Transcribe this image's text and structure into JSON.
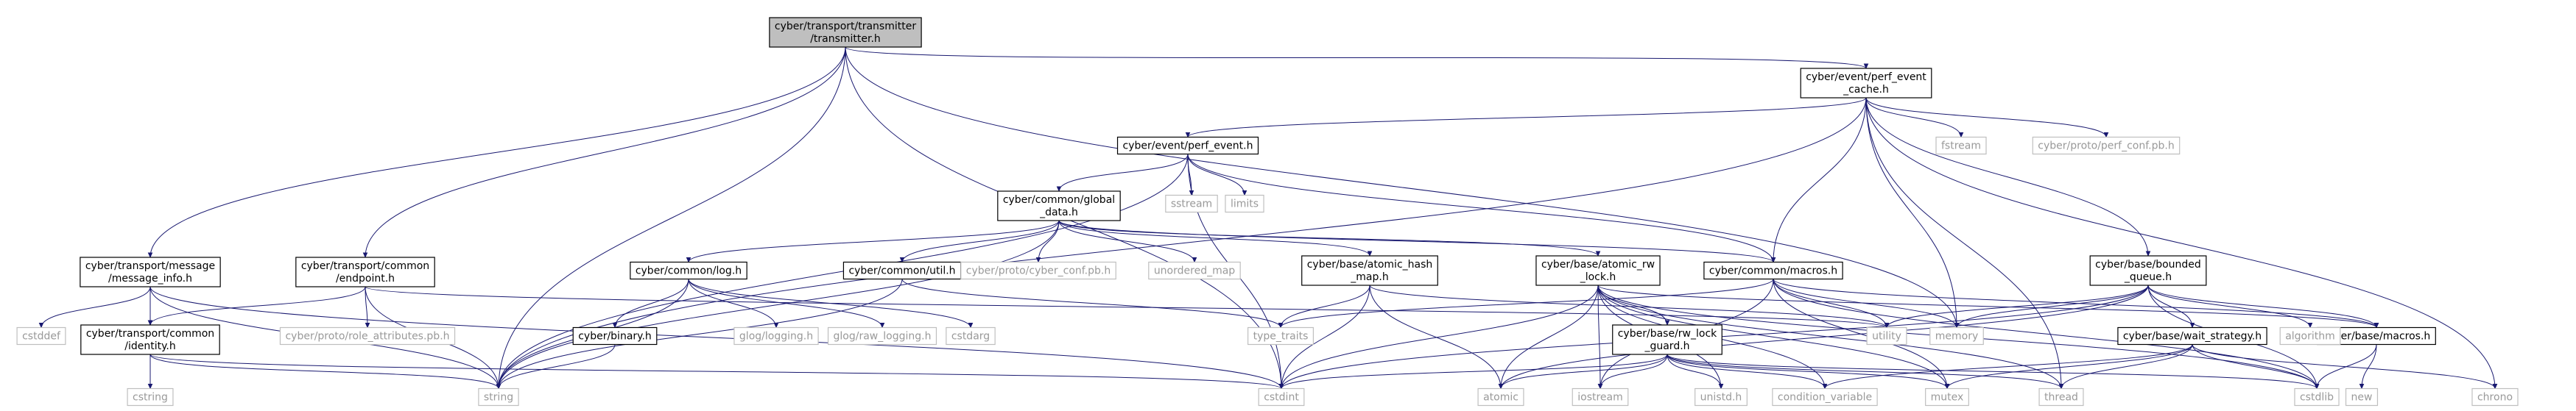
{
  "colors": {
    "edge": "#191970",
    "box_border": "#000000",
    "root_fill": "#bfbfbf",
    "node_fill": "#ffffff",
    "external_text": "#999999"
  },
  "nodes": [
    {
      "id": "root",
      "lines": [
        "cyber/transport/transmitter",
        "/transmitter.h"
      ],
      "kind": "root"
    },
    {
      "id": "perf_event_cache",
      "lines": [
        "cyber/event/perf_event",
        "_cache.h"
      ],
      "kind": "file"
    },
    {
      "id": "perf_event",
      "lines": [
        "cyber/event/perf_event.h"
      ],
      "kind": "file"
    },
    {
      "id": "global_data",
      "lines": [
        "cyber/common/global",
        "_data.h"
      ],
      "kind": "file"
    },
    {
      "id": "message_info",
      "lines": [
        "cyber/transport/message",
        "/message_info.h"
      ],
      "kind": "file"
    },
    {
      "id": "endpoint",
      "lines": [
        "cyber/transport/common",
        "/endpoint.h"
      ],
      "kind": "file"
    },
    {
      "id": "log",
      "lines": [
        "cyber/common/log.h"
      ],
      "kind": "file"
    },
    {
      "id": "util",
      "lines": [
        "cyber/common/util.h"
      ],
      "kind": "file"
    },
    {
      "id": "atomic_hash_map",
      "lines": [
        "cyber/base/atomic_hash",
        "_map.h"
      ],
      "kind": "file"
    },
    {
      "id": "atomic_rw_lock",
      "lines": [
        "cyber/base/atomic_rw",
        "_lock.h"
      ],
      "kind": "file"
    },
    {
      "id": "macros_common",
      "lines": [
        "cyber/common/macros.h"
      ],
      "kind": "file"
    },
    {
      "id": "bounded_queue",
      "lines": [
        "cyber/base/bounded",
        "_queue.h"
      ],
      "kind": "file"
    },
    {
      "id": "identity",
      "lines": [
        "cyber/transport/common",
        "/identity.h"
      ],
      "kind": "file"
    },
    {
      "id": "binary",
      "lines": [
        "cyber/binary.h"
      ],
      "kind": "file"
    },
    {
      "id": "rw_lock_guard",
      "lines": [
        "cyber/base/rw_lock",
        "_guard.h"
      ],
      "kind": "file"
    },
    {
      "id": "wait_strategy",
      "lines": [
        "cyber/base/wait_strategy.h"
      ],
      "kind": "file"
    },
    {
      "id": "macros_base",
      "lines": [
        "cyber/base/macros.h"
      ],
      "kind": "file"
    },
    {
      "id": "fstream",
      "lines": [
        "fstream"
      ],
      "kind": "ext"
    },
    {
      "id": "perf_conf_pb",
      "lines": [
        "cyber/proto/perf_conf.pb.h"
      ],
      "kind": "ext"
    },
    {
      "id": "sstream",
      "lines": [
        "sstream"
      ],
      "kind": "ext"
    },
    {
      "id": "limits",
      "lines": [
        "limits"
      ],
      "kind": "ext"
    },
    {
      "id": "cyber_conf_pb",
      "lines": [
        "cyber/proto/cyber_conf.pb.h"
      ],
      "kind": "ext"
    },
    {
      "id": "unordered_map",
      "lines": [
        "unordered_map"
      ],
      "kind": "ext"
    },
    {
      "id": "role_attr_pb",
      "lines": [
        "cyber/proto/role_attributes.pb.h"
      ],
      "kind": "ext"
    },
    {
      "id": "cstddef",
      "lines": [
        "cstddef"
      ],
      "kind": "ext"
    },
    {
      "id": "glog_logging",
      "lines": [
        "glog/logging.h"
      ],
      "kind": "ext"
    },
    {
      "id": "glog_raw_logging",
      "lines": [
        "glog/raw_logging.h"
      ],
      "kind": "ext"
    },
    {
      "id": "cstdarg",
      "lines": [
        "cstdarg"
      ],
      "kind": "ext"
    },
    {
      "id": "type_traits",
      "lines": [
        "type_traits"
      ],
      "kind": "ext"
    },
    {
      "id": "utility",
      "lines": [
        "utility"
      ],
      "kind": "ext"
    },
    {
      "id": "memory",
      "lines": [
        "memory"
      ],
      "kind": "ext"
    },
    {
      "id": "algorithm",
      "lines": [
        "algorithm"
      ],
      "kind": "ext"
    },
    {
      "id": "cstring",
      "lines": [
        "cstring"
      ],
      "kind": "ext"
    },
    {
      "id": "string",
      "lines": [
        "string"
      ],
      "kind": "ext"
    },
    {
      "id": "cstdint",
      "lines": [
        "cstdint"
      ],
      "kind": "ext"
    },
    {
      "id": "atomic",
      "lines": [
        "atomic"
      ],
      "kind": "ext"
    },
    {
      "id": "iostream",
      "lines": [
        "iostream"
      ],
      "kind": "ext"
    },
    {
      "id": "unistd",
      "lines": [
        "unistd.h"
      ],
      "kind": "ext"
    },
    {
      "id": "condition_variable",
      "lines": [
        "condition_variable"
      ],
      "kind": "ext"
    },
    {
      "id": "mutex",
      "lines": [
        "mutex"
      ],
      "kind": "ext"
    },
    {
      "id": "thread",
      "lines": [
        "thread"
      ],
      "kind": "ext"
    },
    {
      "id": "cstdlib",
      "lines": [
        "cstdlib"
      ],
      "kind": "ext"
    },
    {
      "id": "new",
      "lines": [
        "new"
      ],
      "kind": "ext"
    },
    {
      "id": "chrono",
      "lines": [
        "chrono"
      ],
      "kind": "ext"
    }
  ],
  "edges": [
    [
      "root",
      "perf_event_cache"
    ],
    [
      "root",
      "message_info"
    ],
    [
      "root",
      "endpoint"
    ],
    [
      "root",
      "string"
    ],
    [
      "root",
      "cstdint"
    ],
    [
      "root",
      "memory"
    ],
    [
      "perf_event_cache",
      "perf_event"
    ],
    [
      "perf_event_cache",
      "fstream"
    ],
    [
      "perf_event_cache",
      "perf_conf_pb"
    ],
    [
      "perf_event_cache",
      "bounded_queue"
    ],
    [
      "perf_event_cache",
      "macros_common"
    ],
    [
      "perf_event_cache",
      "memory"
    ],
    [
      "perf_event_cache",
      "thread"
    ],
    [
      "perf_event_cache",
      "chrono"
    ],
    [
      "perf_event_cache",
      "string"
    ],
    [
      "perf_event",
      "global_data"
    ],
    [
      "perf_event",
      "sstream"
    ],
    [
      "perf_event",
      "limits"
    ],
    [
      "perf_event",
      "cstdint"
    ],
    [
      "perf_event",
      "string"
    ],
    [
      "perf_event",
      "macros_common"
    ],
    [
      "global_data",
      "log"
    ],
    [
      "global_data",
      "util"
    ],
    [
      "global_data",
      "cyber_conf_pb"
    ],
    [
      "global_data",
      "unordered_map"
    ],
    [
      "global_data",
      "atomic_hash_map"
    ],
    [
      "global_data",
      "atomic_rw_lock"
    ],
    [
      "global_data",
      "macros_common"
    ],
    [
      "global_data",
      "string"
    ],
    [
      "message_info",
      "cstddef"
    ],
    [
      "message_info",
      "identity"
    ],
    [
      "message_info",
      "string"
    ],
    [
      "message_info",
      "cstdint"
    ],
    [
      "endpoint",
      "identity"
    ],
    [
      "endpoint",
      "role_attr_pb"
    ],
    [
      "endpoint",
      "string"
    ],
    [
      "endpoint",
      "utility"
    ],
    [
      "identity",
      "cstring"
    ],
    [
      "identity",
      "string"
    ],
    [
      "identity",
      "cstdint"
    ],
    [
      "log",
      "binary"
    ],
    [
      "log",
      "glog_logging"
    ],
    [
      "log",
      "glog_raw_logging"
    ],
    [
      "log",
      "cstdarg"
    ],
    [
      "log",
      "string"
    ],
    [
      "binary",
      "string"
    ],
    [
      "util",
      "type_traits"
    ],
    [
      "util",
      "string"
    ],
    [
      "atomic_hash_map",
      "type_traits"
    ],
    [
      "atomic_hash_map",
      "utility"
    ],
    [
      "atomic_hash_map",
      "atomic"
    ],
    [
      "atomic_hash_map",
      "cstdint"
    ],
    [
      "atomic_rw_lock",
      "rw_lock_guard"
    ],
    [
      "atomic_rw_lock",
      "macros_base"
    ],
    [
      "atomic_rw_lock",
      "atomic"
    ],
    [
      "atomic_rw_lock",
      "condition_variable"
    ],
    [
      "atomic_rw_lock",
      "cstdint"
    ],
    [
      "atomic_rw_lock",
      "cstdlib"
    ],
    [
      "atomic_rw_lock",
      "iostream"
    ],
    [
      "atomic_rw_lock",
      "mutex"
    ],
    [
      "atomic_rw_lock",
      "thread"
    ],
    [
      "atomic_rw_lock",
      "unistd"
    ],
    [
      "rw_lock_guard",
      "unistd"
    ],
    [
      "rw_lock_guard",
      "atomic"
    ],
    [
      "rw_lock_guard",
      "condition_variable"
    ],
    [
      "rw_lock_guard",
      "cstdint"
    ],
    [
      "rw_lock_guard",
      "cstdlib"
    ],
    [
      "rw_lock_guard",
      "iostream"
    ],
    [
      "rw_lock_guard",
      "mutex"
    ],
    [
      "rw_lock_guard",
      "thread"
    ],
    [
      "macros_common",
      "type_traits"
    ],
    [
      "macros_common",
      "utility"
    ],
    [
      "macros_common",
      "iostream"
    ],
    [
      "macros_common",
      "memory"
    ],
    [
      "macros_common",
      "mutex"
    ],
    [
      "macros_common",
      "cstdlib"
    ],
    [
      "macros_common",
      "macros_base"
    ],
    [
      "bounded_queue",
      "wait_strategy"
    ],
    [
      "bounded_queue",
      "macros_base"
    ],
    [
      "bounded_queue",
      "algorithm"
    ],
    [
      "bounded_queue",
      "memory"
    ],
    [
      "bounded_queue",
      "utility"
    ],
    [
      "bounded_queue",
      "cstdint"
    ],
    [
      "bounded_queue",
      "atomic"
    ],
    [
      "bounded_queue",
      "cstdlib"
    ],
    [
      "wait_strategy",
      "condition_variable"
    ],
    [
      "wait_strategy",
      "mutex"
    ],
    [
      "wait_strategy",
      "thread"
    ],
    [
      "wait_strategy",
      "chrono"
    ],
    [
      "wait_strategy",
      "cstdlib"
    ],
    [
      "macros_base",
      "cstdlib"
    ],
    [
      "macros_base",
      "new"
    ]
  ]
}
